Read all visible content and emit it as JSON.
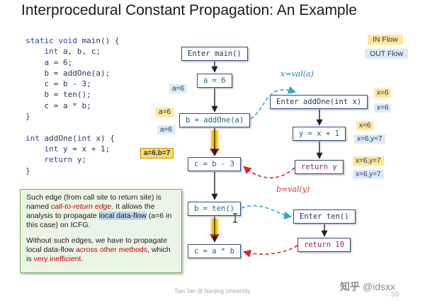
{
  "title": "Interprocedural Constant Propagation: An Example",
  "legend": {
    "in": "IN Flow",
    "out": "OUT Flow"
  },
  "code_lines": [
    [
      [
        "kw",
        "static"
      ],
      [
        "pl",
        " "
      ],
      [
        "kw",
        "void"
      ],
      [
        "pl",
        " main() {"
      ]
    ],
    [
      [
        "pl",
        "    "
      ],
      [
        "kw",
        "int"
      ],
      [
        "pl",
        " a, b, c;"
      ]
    ],
    [
      [
        "pl",
        "    a = 6;"
      ]
    ],
    [
      [
        "pl",
        "    b = addOne(a);"
      ]
    ],
    [
      [
        "pl",
        "    c = b - 3;"
      ]
    ],
    [
      [
        "pl",
        "    b = ten();"
      ]
    ],
    [
      [
        "pl",
        "    c = a * b;"
      ]
    ],
    [
      [
        "pl",
        "}"
      ]
    ],
    [
      [
        "pl",
        ""
      ]
    ],
    [
      [
        "kw",
        "int"
      ],
      [
        "pl",
        " addOne("
      ],
      [
        "kw",
        "int"
      ],
      [
        "pl",
        " x) {"
      ]
    ],
    [
      [
        "pl",
        "    "
      ],
      [
        "kw",
        "int"
      ],
      [
        "pl",
        " y = x + 1;"
      ]
    ],
    [
      [
        "pl",
        "    "
      ],
      [
        "kw",
        "return"
      ],
      [
        "pl",
        " y;"
      ]
    ],
    [
      [
        "pl",
        "}"
      ]
    ]
  ],
  "graph": {
    "nodes": {
      "enter_main": "Enter main()",
      "a_assign": "a = 6",
      "b_addone": "b = addOne(a)",
      "c_b_minus_3": "c = b - 3",
      "b_ten": "b = ten()",
      "c_a_times_b": "c = a * b",
      "enter_addone": "Enter addOne(int x)",
      "y_assign": "y = x + 1",
      "return_y": "return y",
      "enter_ten": "Enter ten()",
      "return_10": "return 10"
    },
    "edge_labels": {
      "call_addone": "x=val(a)",
      "return_addone": "b=val(y)"
    },
    "flow_labels": [
      {
        "text": "a=6",
        "kind": "out"
      },
      {
        "text": "a=6",
        "kind": "in"
      },
      {
        "text": "a=6",
        "kind": "out"
      },
      {
        "text": "a=6,b=7",
        "kind": "merge"
      },
      {
        "text": "x=6",
        "kind": "in"
      },
      {
        "text": "x=6",
        "kind": "out"
      },
      {
        "text": "x=6",
        "kind": "in"
      },
      {
        "text": "x=6,y=7",
        "kind": "out"
      },
      {
        "text": "x=6,y=7",
        "kind": "in"
      },
      {
        "text": "x=6,y=7",
        "kind": "out"
      }
    ]
  },
  "note": {
    "paragraphs": [
      [
        [
          "plain",
          "Such edge (from call site to return site) is named "
        ],
        [
          "red-italic",
          "call-to-return edge"
        ],
        [
          "plain",
          ". It allows the analysis to propagate "
        ],
        [
          "hl-blue",
          "local data-flow"
        ],
        [
          "plain",
          " (a=6 in this case) on ICFG."
        ]
      ],
      [
        [
          "plain",
          "Without such edges, we have to propagate local data-flow "
        ],
        [
          "red",
          "across other methods"
        ],
        [
          "plain",
          ", which is "
        ],
        [
          "red",
          "very inefficient"
        ],
        [
          "plain",
          "."
        ]
      ]
    ]
  },
  "footer": {
    "credit": "Tian Tan @ Nanjing University",
    "watermark_brand": "知乎",
    "watermark_user": "@idsxx",
    "page": "59"
  },
  "icons": {
    "text_cursor": "i-beam"
  },
  "colors": {
    "in_flow": "#FFE699",
    "out_flow": "#DEEBF7",
    "merge_fact": "#FFD966",
    "call_edge": "#2FA8CC",
    "return_edge": "#E02424",
    "call_to_return_edge": "#FFC000",
    "note_bg": "#EBF5E6",
    "note_border": "#70AD47"
  }
}
